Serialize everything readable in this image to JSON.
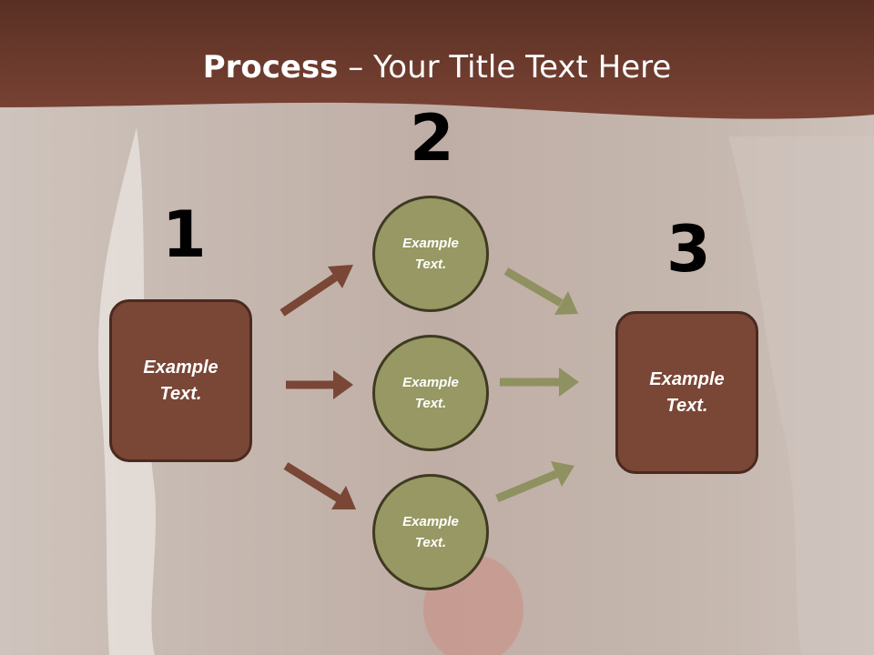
{
  "title": {
    "bold": "Process",
    "rest": " – Your Title Text Here"
  },
  "steps": {
    "one": "1",
    "two": "2",
    "three": "3"
  },
  "boxes": {
    "left": "Example\nText.",
    "right": "Example\nText."
  },
  "circles": {
    "top": "Example\nText.",
    "middle": "Example\nText.",
    "bottom": "Example\nText."
  },
  "colors": {
    "header": "#6b3a2c",
    "box_fill": "#7a4636",
    "circle_fill": "#979863",
    "arrow_brown": "#7a4636",
    "arrow_olive": "#8f9160"
  }
}
